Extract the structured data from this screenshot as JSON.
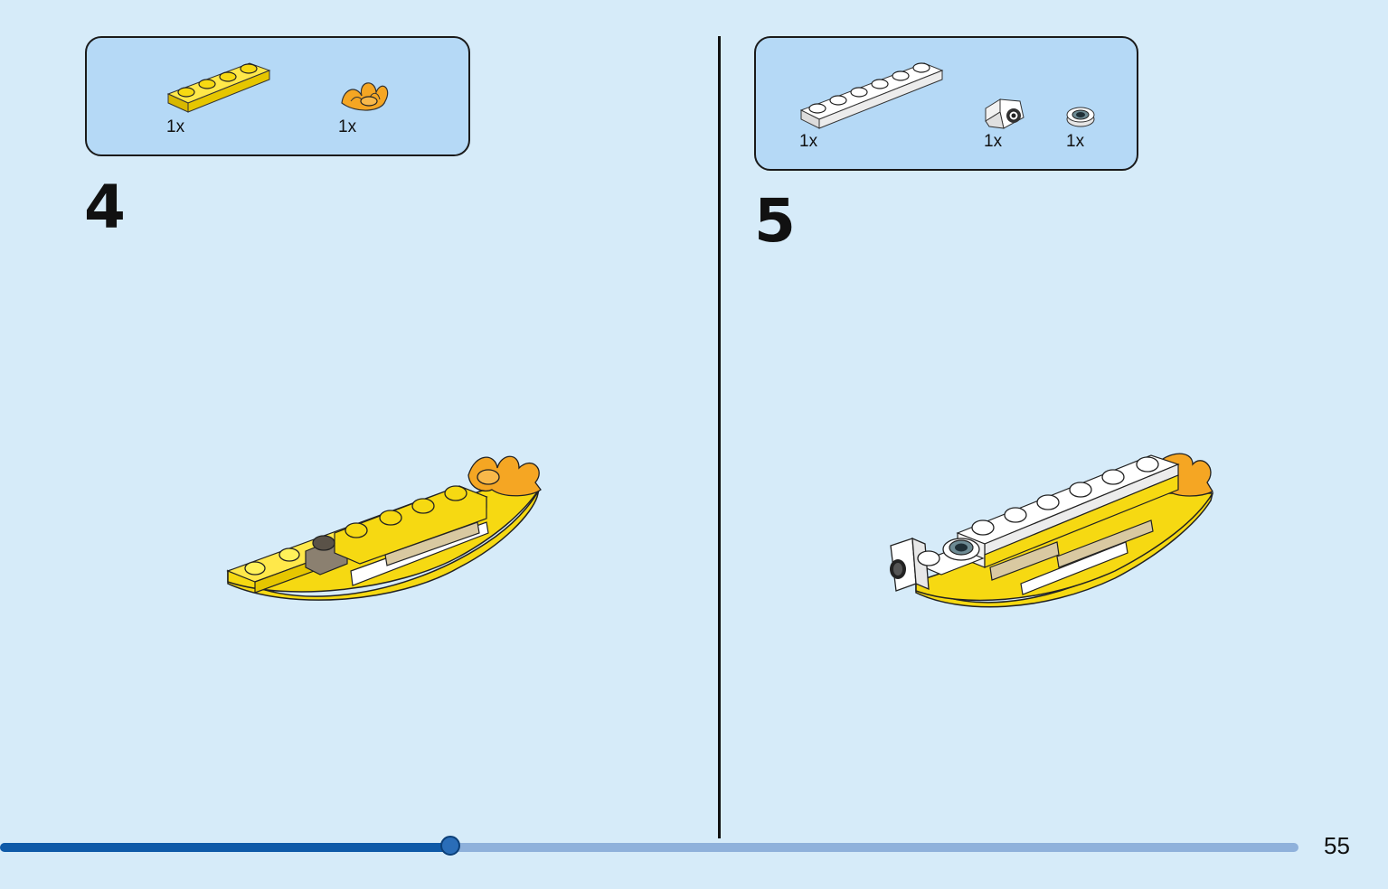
{
  "steps": [
    {
      "number": "4",
      "parts": [
        {
          "name": "yellow-1x4-plate",
          "qty": "1x",
          "color": "#f6d912"
        },
        {
          "name": "orange-leaf-piece",
          "qty": "1x",
          "color": "#f5a623"
        }
      ]
    },
    {
      "number": "5",
      "parts": [
        {
          "name": "white-1x6-plate",
          "qty": "1x",
          "color": "#ffffff"
        },
        {
          "name": "white-bracket-with-stud",
          "qty": "1x",
          "color": "#ffffff"
        },
        {
          "name": "white-round-eye-tile",
          "qty": "1x",
          "color": "#ffffff"
        }
      ]
    }
  ],
  "progress": {
    "fraction": 0.347
  },
  "page_number": "55",
  "colors": {
    "background": "#d6ebf9",
    "parts_box": "#b5d9f6",
    "brick_yellow": "#f6d912",
    "brick_orange": "#f5a623",
    "progress_fill": "#0f5aa8",
    "progress_track": "#8fb1db"
  }
}
